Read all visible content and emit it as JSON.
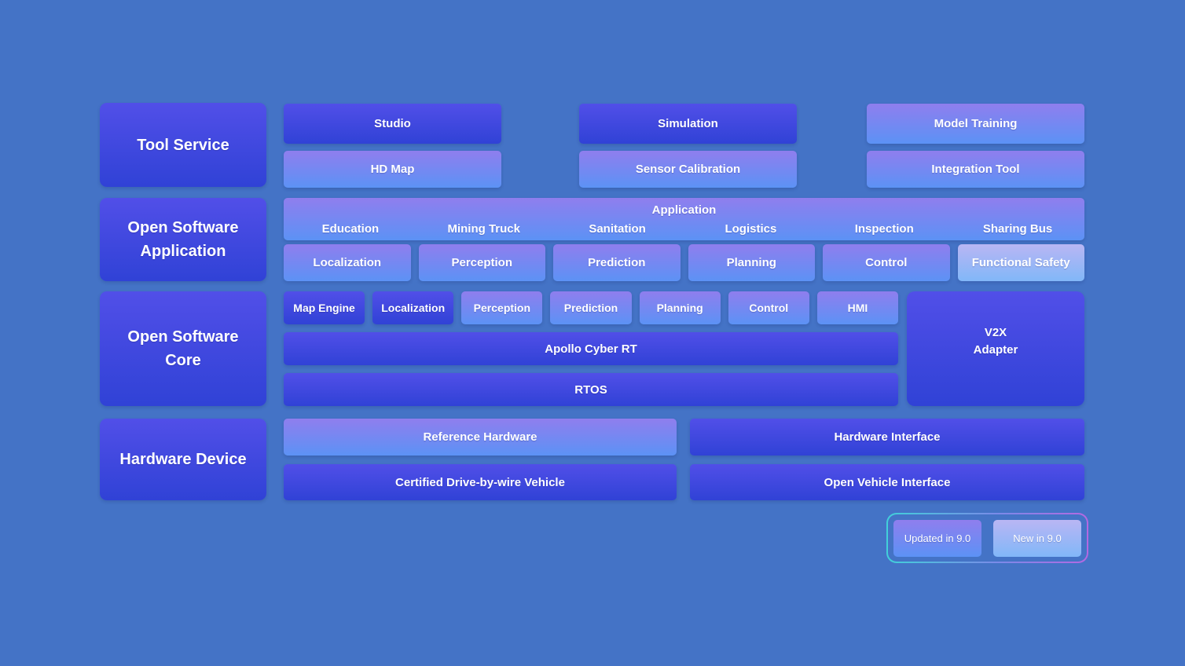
{
  "colors": {
    "background": "#4473c6",
    "dark_box_top": "#514fe8",
    "dark_box_bottom": "#3042d6",
    "updated_box_top": "#8f7eee",
    "updated_box_bottom": "#5c92f5",
    "new_box_top": "#b9b6f4",
    "new_box_bottom": "#81b7f8",
    "legend_border_left": "#41d0da",
    "legend_border_right": "#b468e2",
    "text": "#ffffff"
  },
  "sidebar": {
    "tool_service": "Tool Service",
    "open_software_application": "Open Software Application",
    "open_software_core": "Open Software Core",
    "hardware_device": "Hardware Device"
  },
  "tool_service": {
    "studio": "Studio",
    "hd_map": "HD Map",
    "simulation": "Simulation",
    "sensor_calibration": "Sensor Calibration",
    "model_training": "Model Training",
    "integration_tool": "Integration Tool"
  },
  "application": {
    "title": "Application",
    "domains": [
      "Education",
      "Mining Truck",
      "Sanitation",
      "Logistics",
      "Inspection",
      "Sharing Bus"
    ],
    "modules": [
      "Localization",
      "Perception",
      "Prediction",
      "Planning",
      "Control",
      "Functional Safety"
    ]
  },
  "core": {
    "top": [
      "Map Engine",
      "Localization",
      "Perception",
      "Prediction",
      "Planning",
      "Control",
      "HMI"
    ],
    "cyber_rt": "Apollo Cyber RT",
    "rtos": "RTOS",
    "v2x": [
      "V2X",
      "Adapter"
    ]
  },
  "hardware": {
    "reference_hardware": "Reference Hardware",
    "certified_vehicle": "Certified Drive-by-wire Vehicle",
    "hardware_interface": "Hardware Interface",
    "open_vehicle_interface": "Open Vehicle Interface"
  },
  "legend": {
    "updated": "Updated in 9.0",
    "new": "New in 9.0"
  }
}
